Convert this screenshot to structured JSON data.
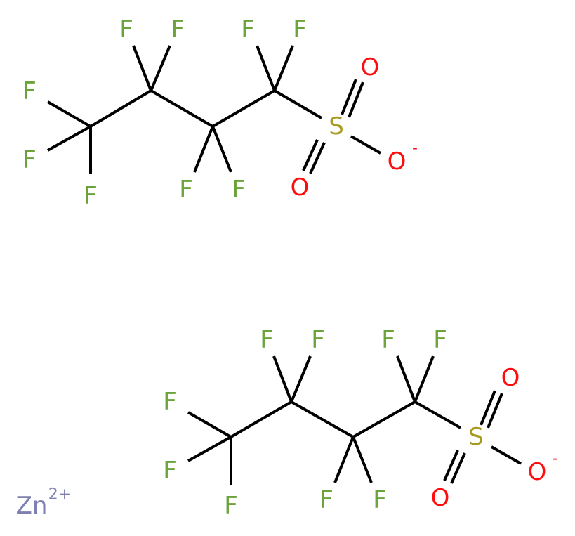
{
  "colors": {
    "F": "#6aa33a",
    "O": "#ff0d0d",
    "S": "#a89a1e",
    "Zn": "#7d80b0",
    "bond": "#000000"
  },
  "atoms": {
    "F": "F",
    "O": "O",
    "S": "S",
    "Zn": "Zn",
    "charge_minus": "-",
    "charge_zn": "2+"
  }
}
